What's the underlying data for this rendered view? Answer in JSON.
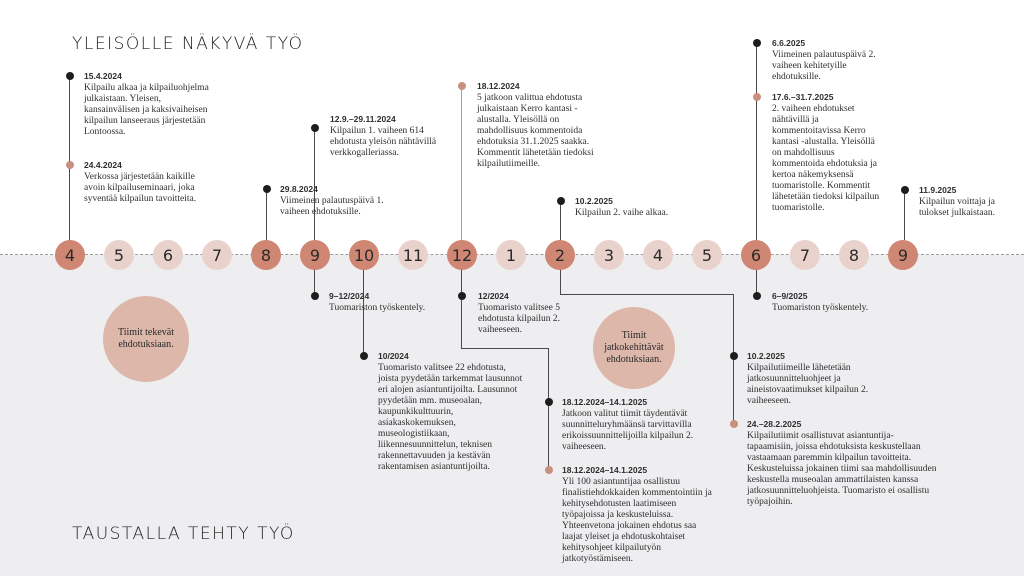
{
  "titles": {
    "top": "YLEISÖLLE NÄKYVÄ TYÖ",
    "bottom": "TAUSTALLA TEHTY TYÖ"
  },
  "months": [
    "4",
    "5",
    "6",
    "7",
    "8",
    "9",
    "10",
    "11",
    "12",
    "1",
    "2",
    "3",
    "4",
    "5",
    "6",
    "7",
    "8",
    "9"
  ],
  "bubbles": {
    "left": "Tiimit tekevät ehdotuksiaan.",
    "middle": "Tiimit jatkokehittävät ehdotuksiaan."
  },
  "top_events": [
    {
      "date": "15.4.2024",
      "text": "Kilpailu alkaa ja kilpailuohjelma julkaistaan. Yleisen, kansainvälisen ja kaksivaiheisen kilpailun lanseeraus järjestetään Lontoossa."
    },
    {
      "date": "24.4.2024",
      "text": "Verkossa järjestetään kaikille avoin kilpailuseminaari, joka syventää kilpailun tavoitteita."
    },
    {
      "date": "29.8.2024",
      "text": "Viimeinen palautuspäivä 1. vaiheen ehdotuksille."
    },
    {
      "date": "12.9.–29.11.2024",
      "text": "Kilpailun 1. vaiheen 614 ehdotusta yleisön nähtävillä verkkogalleriassa."
    },
    {
      "date": "18.12.2024",
      "text": "5 jatkoon valittua ehdotusta julkaistaan Kerro kantasi -alustalla. Yleisöllä on mahdollisuus kommentoida ehdotuksia 31.1.2025 saakka. Kommentit lähetetään tiedoksi kilpailutiimeille."
    },
    {
      "date": "10.2.2025",
      "text": "Kilpailun 2. vaihe alkaa."
    },
    {
      "date": "6.6.2025",
      "text": "Viimeinen palautuspäivä 2. vaiheen kehitetyille ehdotuksille."
    },
    {
      "date": "17.6.–31.7.2025",
      "text": "2. vaiheen ehdotukset nähtävillä ja kommentoitavissa Kerro kantasi -alustalla. Yleisöllä on mahdollisuus kommentoida ehdotuksia ja kertoa näkemyksensä tuomaristolle. Kommentit lähetetään tiedoksi kilpailun tuomaristolle."
    },
    {
      "date": "11.9.2025",
      "text": "Kilpailun voittaja ja tulokset julkaistaan."
    }
  ],
  "bottom_events": [
    {
      "date": "9–12/2024",
      "text": "Tuomariston työskentely."
    },
    {
      "date": "10/2024",
      "text": "Tuomaristo valitsee 22 ehdotusta, joista pyydetään tarkemmat lausunnot eri alojen asiantuntijoilta. Lausunnot pyydetään mm. museoalan, kaupunkikulttuurin, asiakaskokemuksen, museologistiikaan, liikennesuunnittelun, teknisen rakennettavuuden ja kestävän rakentamisen asiantuntijoilta."
    },
    {
      "date": "12/2024",
      "text": "Tuomaristo valitsee 5 ehdotusta kilpailun 2. vaiheeseen."
    },
    {
      "date": "18.12.2024–14.1.2025",
      "text": "Jatkoon valitut tiimit täydentävät suunnitteluryhmäänsä tarvittavilla erikoissuunnittelijoilla kilpailun 2. vaiheeseen."
    },
    {
      "date": "18.12.2024–14.1.2025",
      "text": "Yli 100 asiantuntijaa osallistuu finalistiehdokkaiden kommentointiin ja kehitysehdotusten laatimiseen työpajoissa ja keskusteluissa. Yhteenvetona jokainen ehdotus saa laajat yleiset ja ehdotuskohtaiset kehitysohjeet kilpailutyön jatkotyöstämiseen."
    },
    {
      "date": "6–9/2025",
      "text": "Tuomariston työskentely."
    },
    {
      "date": "10.2.2025",
      "text": "Kilpailutiimeille lähetetään jatkosuunnitteluohjeet ja aineistovaatimukset kilpailun 2. vaiheeseen."
    },
    {
      "date": "24.–28.2.2025",
      "text": "Kilpailutiimit osallistuvat asiantuntija-tapaamisiin, joissa ehdotuksista keskustellaan vastaamaan paremmin kilpailun tavoitteita. Keskusteluissa jokainen tiimi saa mahdollisuuden keskustella museoalan ammattilaisten kanssa jatkosuunnitteluohjeista. Tuomaristo ei osallistu työpajoihin."
    }
  ],
  "colors": {
    "accent": "#cf8672",
    "light": "#ead2cc",
    "bubble": "#dcb7aa",
    "bottom_bg": "#eeedef"
  }
}
